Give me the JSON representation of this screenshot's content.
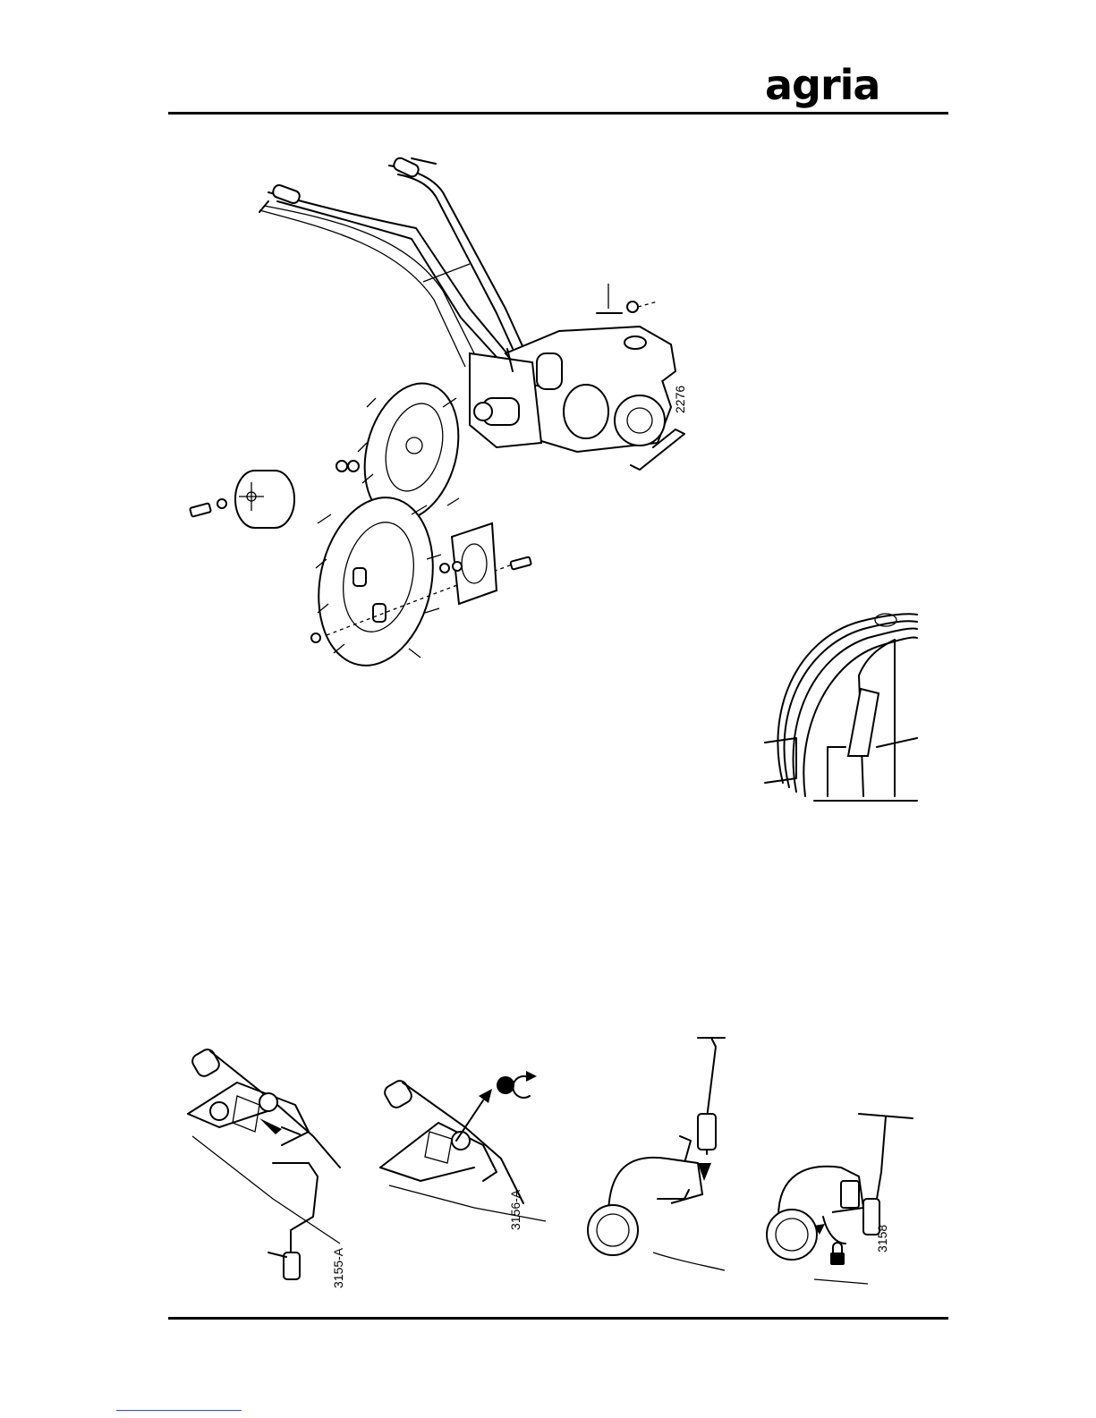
{
  "header": {
    "brand": "agria"
  },
  "figures": {
    "main": {
      "number": "2276"
    },
    "crank_a": {
      "number": "3155-A"
    },
    "crank_b": {
      "number": "3156-A"
    },
    "mount": {
      "number": "3158"
    }
  }
}
